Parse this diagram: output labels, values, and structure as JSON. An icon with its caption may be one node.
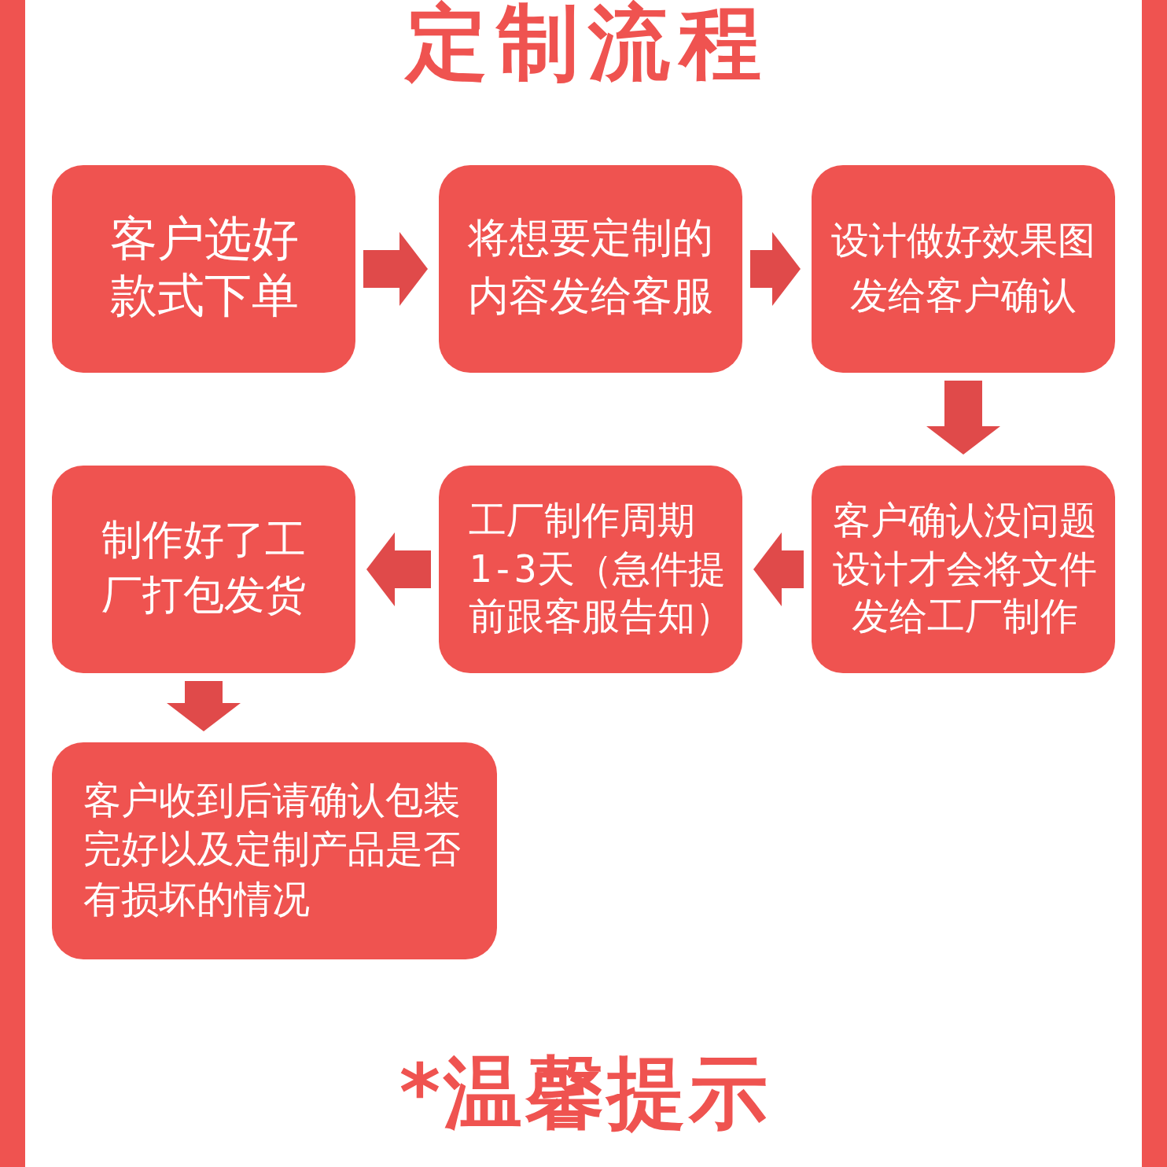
{
  "diagram": {
    "title": "定制流程",
    "nodes": [
      {
        "text": [
          "客户选好款式下单"
        ]
      },
      {
        "text": [
          "将想要定制的内容发给客服"
        ]
      },
      {
        "text": [
          "设计做好效果图发给客户确认"
        ]
      },
      {
        "text": [
          "客户确认没问题设计才会将文件发给工厂制作"
        ]
      },
      {
        "text": [
          "工厂制作周期1-3天（急件提前跟客服告知）"
        ]
      },
      {
        "text": [
          "制作好了工厂打包发货"
        ]
      },
      {
        "text": [
          "客户收到后请确认包装完好以及定制产品是否有损坏的情况"
        ]
      }
    ],
    "edges": [
      {
        "from": 0,
        "to": 1,
        "arrow": "to"
      },
      {
        "from": 1,
        "to": 2,
        "arrow": "to"
      },
      {
        "from": 2,
        "to": 3,
        "arrow": "to"
      },
      {
        "from": 3,
        "to": 4,
        "arrow": "to"
      },
      {
        "from": 4,
        "to": 5,
        "arrow": "to"
      },
      {
        "from": 5,
        "to": 6,
        "arrow": "to"
      }
    ],
    "labels": [
      "*温馨提示"
    ]
  }
}
